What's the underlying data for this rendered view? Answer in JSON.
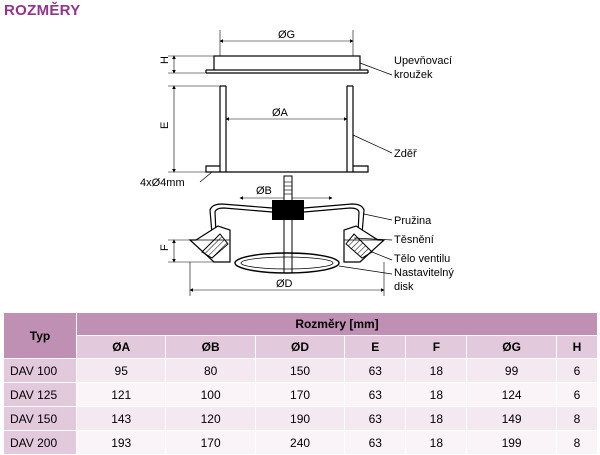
{
  "title": "ROZMĚRY",
  "drawing_labels": {
    "g": "ØG",
    "h": "H",
    "a": "ØA",
    "e": "E",
    "b": "ØB",
    "f": "F",
    "d": "ØD",
    "holes": "4xØ4mm",
    "ring_1": "Upevňovací",
    "ring_2": "kroužek",
    "wall": "Zděř",
    "spring": "Pružina",
    "seal": "Těsnění",
    "body": "Tělo ventilu",
    "disc_1": "Nastavitelný",
    "disc_2": "disk"
  },
  "table": {
    "type_header": "Typ",
    "group_header": "Rozměry [mm]",
    "columns": [
      "ØA",
      "ØB",
      "ØD",
      "E",
      "F",
      "ØG",
      "H"
    ],
    "rows": [
      {
        "type": "DAV 100",
        "values": [
          "95",
          "80",
          "150",
          "63",
          "18",
          "99",
          "6"
        ]
      },
      {
        "type": "DAV 125",
        "values": [
          "121",
          "100",
          "170",
          "63",
          "18",
          "124",
          "6"
        ]
      },
      {
        "type": "DAV 150",
        "values": [
          "143",
          "120",
          "190",
          "63",
          "18",
          "149",
          "8"
        ]
      },
      {
        "type": "DAV 200",
        "values": [
          "193",
          "170",
          "240",
          "63",
          "18",
          "199",
          "8"
        ]
      }
    ]
  },
  "colors": {
    "title": "#93338a",
    "header_dark": "#c08fb4",
    "header_light": "#e3c9dc",
    "cell": "#f4e8f1"
  }
}
